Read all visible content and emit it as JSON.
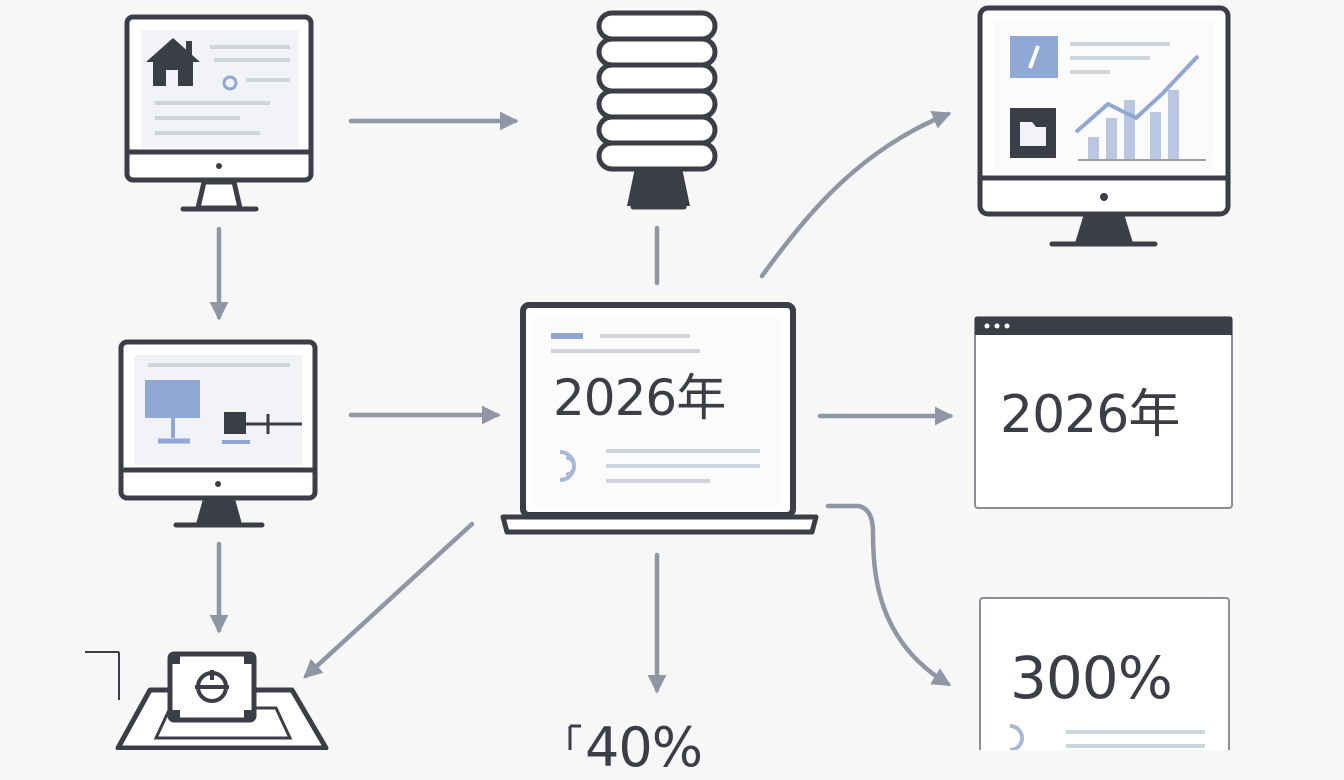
{
  "nodes": {
    "home_monitor": {
      "icon": "home-icon"
    },
    "database": {
      "icon": "database-icon"
    },
    "analytics_monitor": {
      "icons": [
        "pencil-icon",
        "folder-icon",
        "bar-chart-icon",
        "trend-line-icon"
      ]
    },
    "network_monitor": {
      "icons": [
        "display-icon",
        "network-node-icon"
      ]
    },
    "center_laptop": {
      "text": "2026年",
      "icon": "d3-logo-icon"
    },
    "browser_window": {
      "text": "2026年"
    },
    "percent_card_right": {
      "text": "300%",
      "icon": "d3-logo-icon"
    },
    "percent_card_bottom": {
      "text": "40%"
    },
    "scanner_device": {
      "icon": "target-icon"
    }
  },
  "colors": {
    "stroke": "#3b3e46",
    "arrow": "#9096a3",
    "accent": "#8fa8d6",
    "line_gray": "#cfd3da"
  }
}
